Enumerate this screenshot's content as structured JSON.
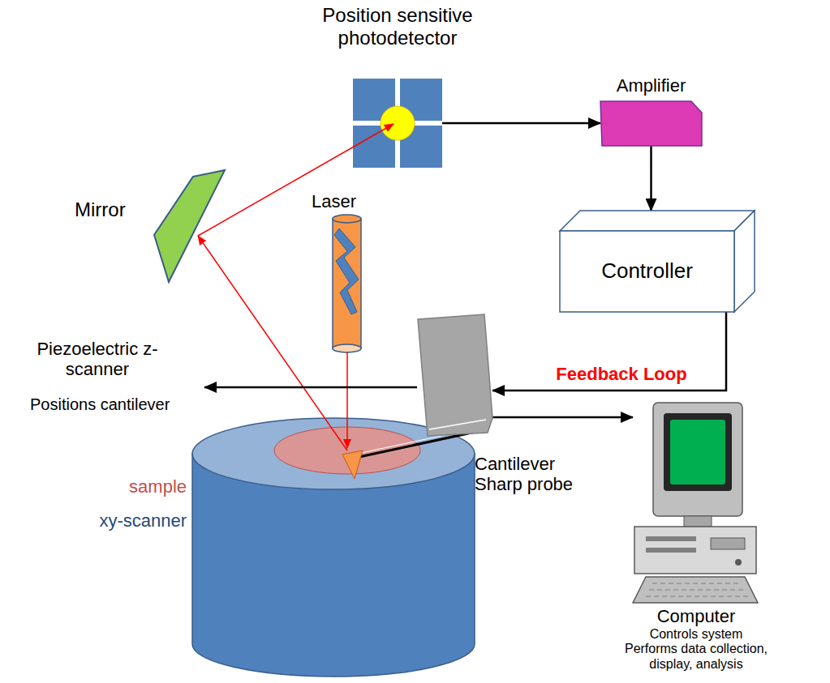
{
  "diagram": {
    "nodes": [
      {
        "text": [
          "Position sensitive photodetector"
        ]
      },
      {
        "text": [
          "Amplifier"
        ]
      },
      {
        "text": [
          "Controller"
        ]
      },
      {
        "text": [
          "Piezoelectric z-scanner",
          "Positions cantilever"
        ]
      },
      {
        "text": [
          "Computer",
          "Controls system Performs data collection, display, analysis"
        ]
      }
    ],
    "edges": [
      {
        "from": 0,
        "to": 1,
        "arrow": "to"
      },
      {
        "from": 1,
        "to": 2,
        "arrow": "to"
      },
      {
        "from": 2,
        "to": 3,
        "label": "Feedback Loop",
        "arrow": "to"
      },
      {
        "from": 3,
        "to": 4,
        "arrow": "to"
      }
    ],
    "labels": [
      "Mirror",
      "Laser",
      "Cantilever Sharp probe",
      "sample",
      "xy-scanner"
    ]
  }
}
